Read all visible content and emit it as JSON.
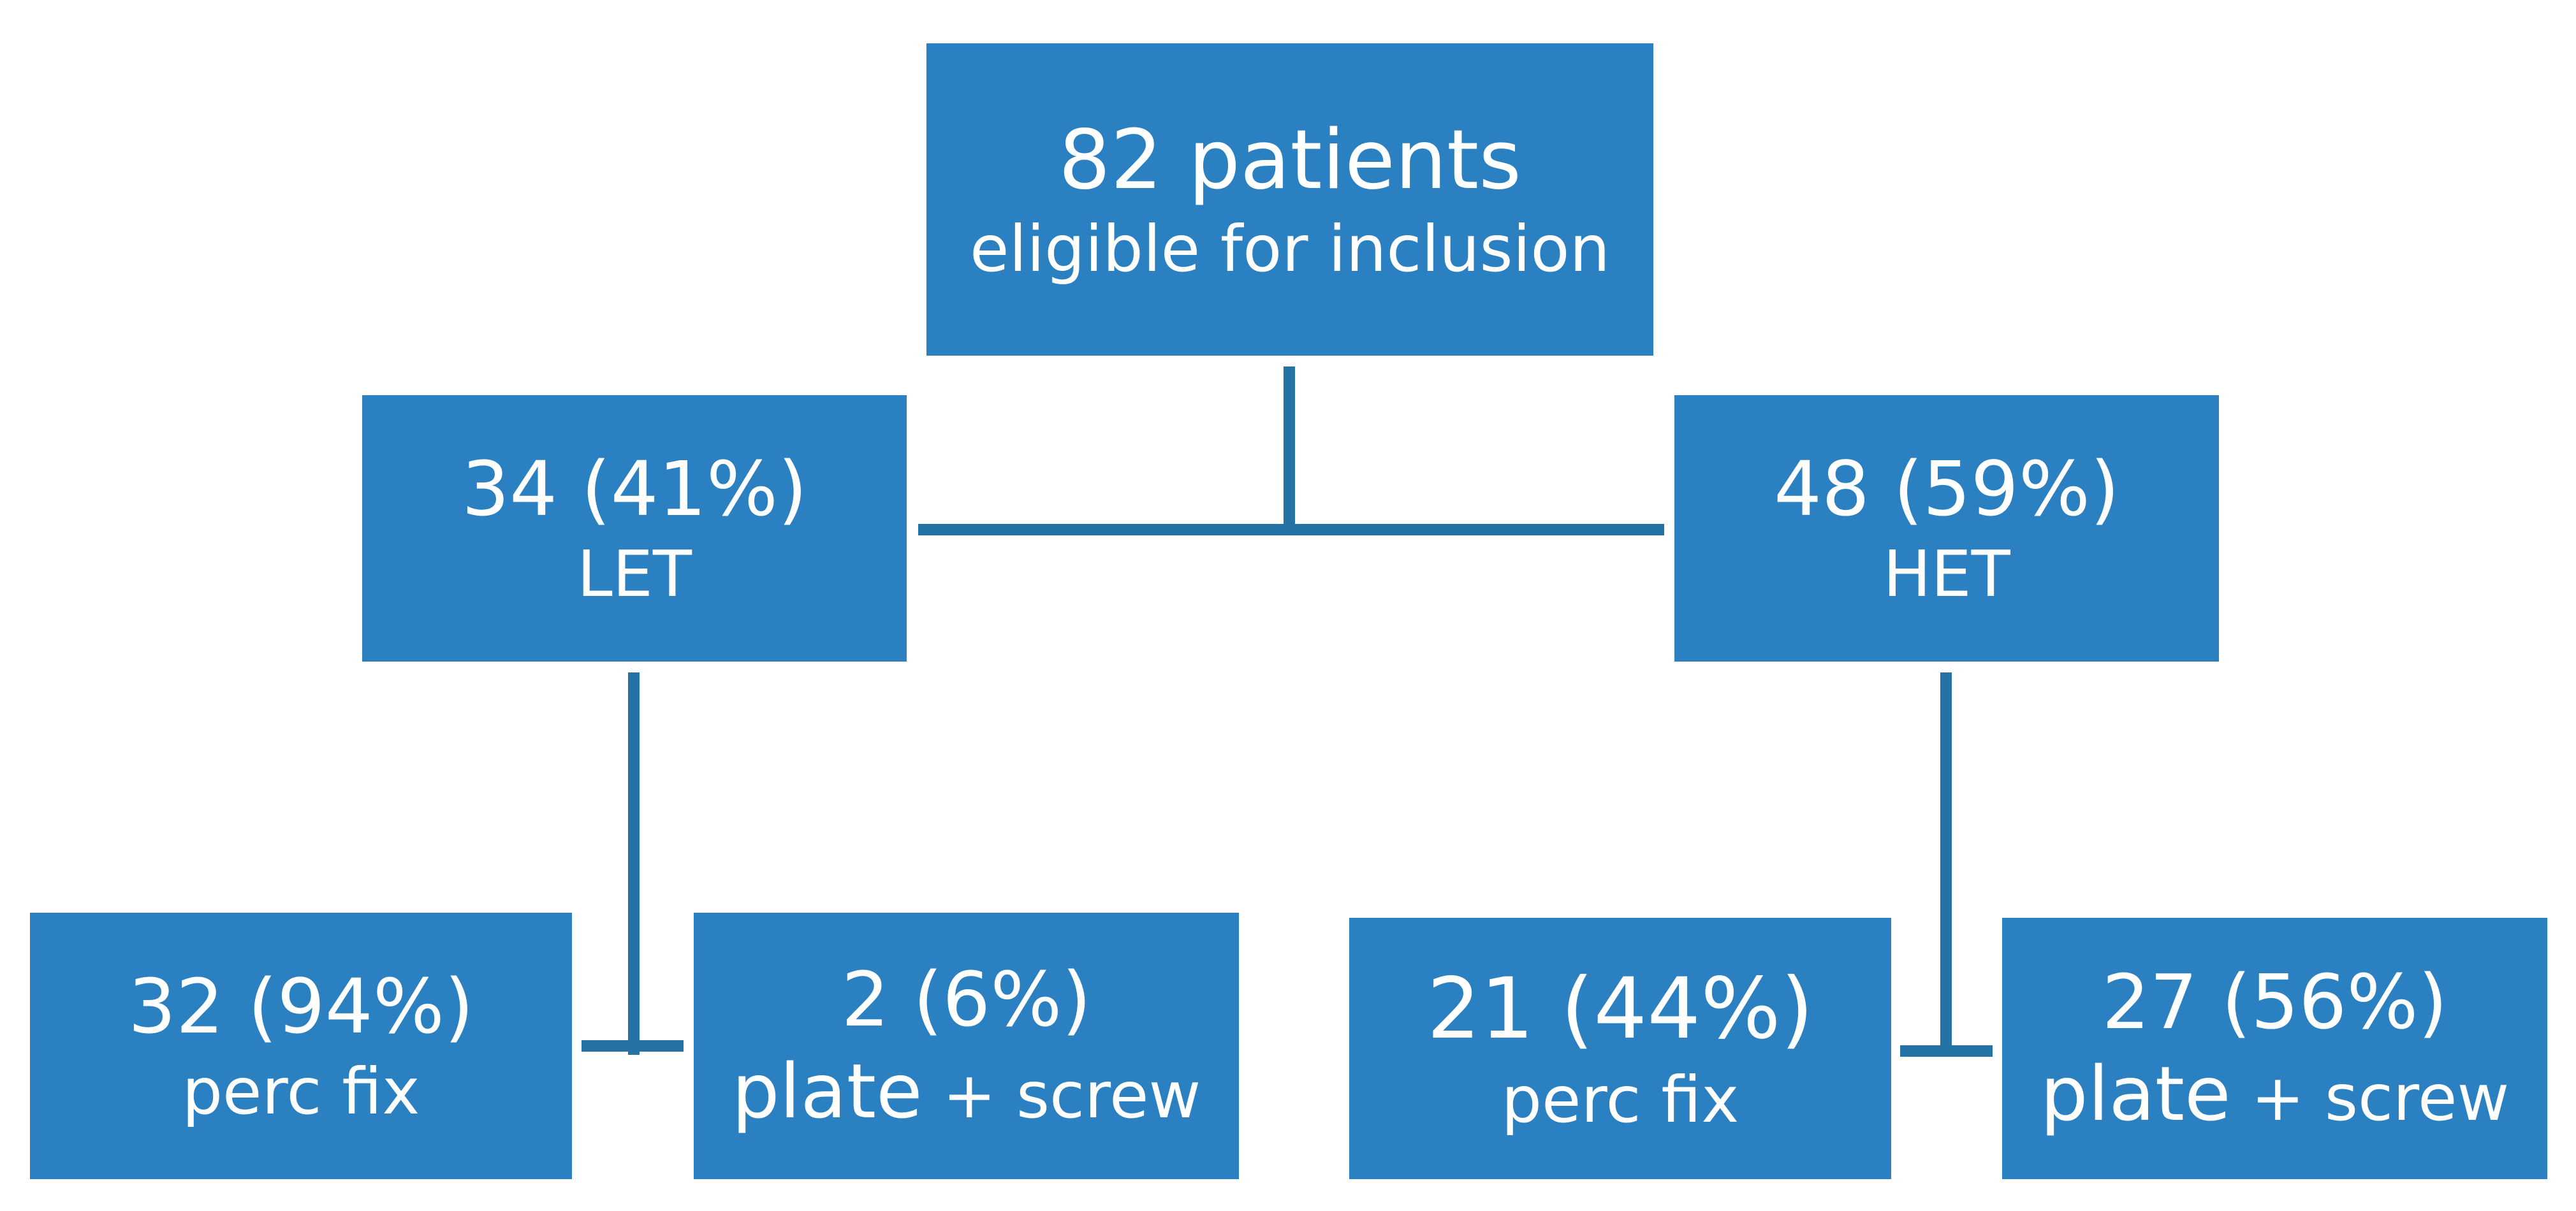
{
  "root": {
    "line1": "82 patients",
    "line2": "eligible for inclusion"
  },
  "let_group": {
    "line1": "34 (41%)",
    "line2": "LET"
  },
  "het_group": {
    "line1": "48 (59%)",
    "line2": "HET"
  },
  "let_perc_fix": {
    "line1": "32 (94%)",
    "line2": "perc fix"
  },
  "let_plate_screw": {
    "line1": "2 (6%)",
    "line2_part1": "plate",
    "line2_part2": " + screw"
  },
  "het_perc_fix": {
    "line1": "21 (44%)",
    "line2": "perc fix"
  },
  "het_plate_screw": {
    "line1": "27 (56%)",
    "line2_part1": "plate",
    "line2_part2": " + screw"
  },
  "colors": {
    "box_fill": "#2a80c0",
    "connector": "#2472a6",
    "text": "#ffffff"
  }
}
